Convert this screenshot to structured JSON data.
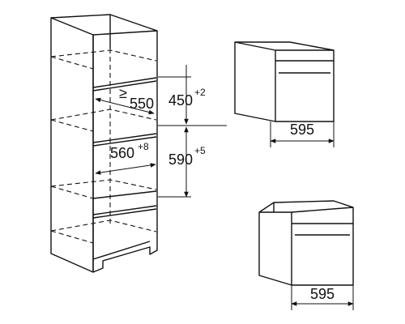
{
  "cabinet": {
    "depth_label": "550",
    "depth_prefix": "≥",
    "width_base": "560",
    "width_tol": "+8",
    "upper_height_base": "450",
    "upper_height_tol": "+2",
    "lower_height_base": "590",
    "lower_height_tol": "+5"
  },
  "appliances": {
    "compact_width": "595",
    "oven_width": "595"
  }
}
